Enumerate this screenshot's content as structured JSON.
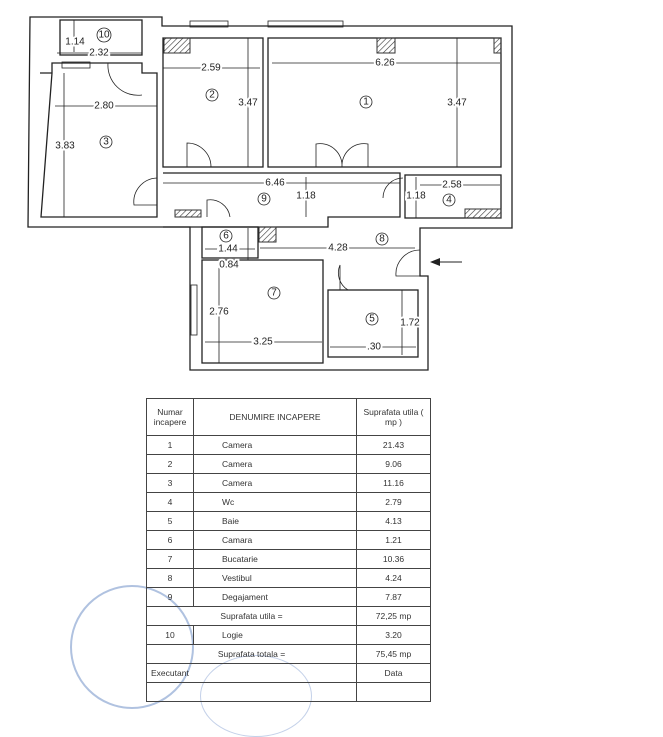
{
  "plan": {
    "rooms": {
      "r1": "1",
      "r2": "2",
      "r3": "3",
      "r4": "4",
      "r5": "5",
      "r6": "6",
      "r7": "7",
      "r8": "8",
      "r9": "9",
      "r10": "10"
    },
    "dimensions": {
      "r10_h": "1.14",
      "r10_w": "2.32",
      "r3_w": "2.80",
      "r3_h": "3.83",
      "r2_w": "2.59",
      "r2_h": "3.47",
      "r1_w": "6.26",
      "r1_h": "3.47",
      "r9_w": "6.46",
      "r9_h": "1.18",
      "r4_h": "1.18",
      "r4_w": "2.58",
      "r6_w": "1.44",
      "r6_h": "0.84",
      "r8_w": "4.28",
      "r7_h": "2.76",
      "r7_w": "3.25",
      "r5_h": "1.72",
      "r5_w": ".30"
    },
    "entrance_arrow": "arrow-left"
  },
  "table": {
    "headers": {
      "number": "Numar incapere",
      "name": "DENUMIRE INCAPERE",
      "area": "Suprafata utila ( mp )"
    },
    "rows": [
      {
        "nr": "1",
        "name": "Camera",
        "area": "21.43"
      },
      {
        "nr": "2",
        "name": "Camera",
        "area": "9.06"
      },
      {
        "nr": "3",
        "name": "Camera",
        "area": "11.16"
      },
      {
        "nr": "4",
        "name": "Wc",
        "area": "2.79"
      },
      {
        "nr": "5",
        "name": "Baie",
        "area": "4.13"
      },
      {
        "nr": "6",
        "name": "Camara",
        "area": "1.21"
      },
      {
        "nr": "7",
        "name": "Bucatarie",
        "area": "10.36"
      },
      {
        "nr": "8",
        "name": "Vestibul",
        "area": "4.24"
      },
      {
        "nr": "9",
        "name": "Degajament",
        "area": "7.87"
      }
    ],
    "useful_label": "Suprafata utila =",
    "useful_value": "72,25 mp",
    "extra_row": {
      "nr": "10",
      "name": "Logie",
      "area": "3.20"
    },
    "total_label": "Suprafata totala =",
    "total_value": "75,45 mp",
    "executant_label": "Executant",
    "date_label": "Data"
  },
  "colors": {
    "stamp": "#6f8fc7",
    "lines": "#222222"
  }
}
